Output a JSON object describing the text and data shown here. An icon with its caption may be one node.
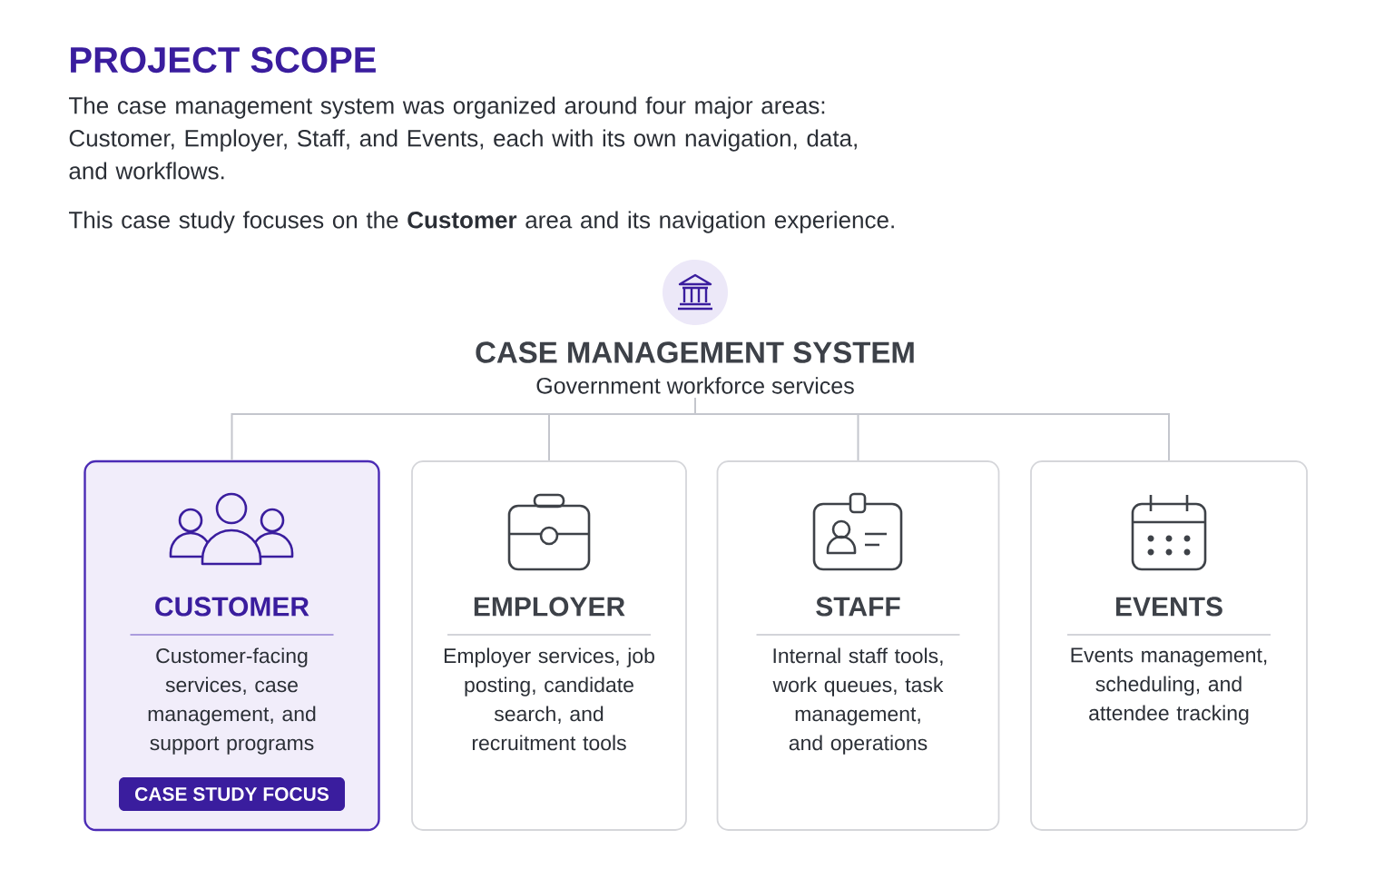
{
  "diagram": {
    "title": "PROJECT SCOPE",
    "nodes": [
      {
        "text": [
          "CASE MANAGEMENT SYSTEM",
          "Government workforce services"
        ]
      },
      {
        "text": [
          "CUSTOMER",
          "Customer-facing services, case management, and support programs"
        ]
      },
      {
        "text": [
          "CASE STUDY FOCUS"
        ],
        "in": 1
      },
      {
        "text": [
          "EMPLOYER",
          "Employer services, job posting, candidate search, and recruitment tools"
        ]
      },
      {
        "text": [
          "STAFF",
          "Internal staff tools, work queues, task management, and operations"
        ]
      },
      {
        "text": [
          "EVENTS",
          "Events management, scheduling, and attendee tracking"
        ]
      }
    ],
    "edges": [
      {
        "from": 0,
        "to": 1,
        "arrow": "none"
      },
      {
        "from": 0,
        "to": 3,
        "arrow": "none"
      },
      {
        "from": 0,
        "to": 4,
        "arrow": "none"
      },
      {
        "from": 0,
        "to": 5,
        "arrow": "none"
      }
    ],
    "labels": [
      "The case management system was organized around four major areas: Customer, Employer, Staff, and Events, each with its own navigation, data, and workflows.",
      "This case study focuses on the **Customer** area and its navigation experience."
    ]
  }
}
